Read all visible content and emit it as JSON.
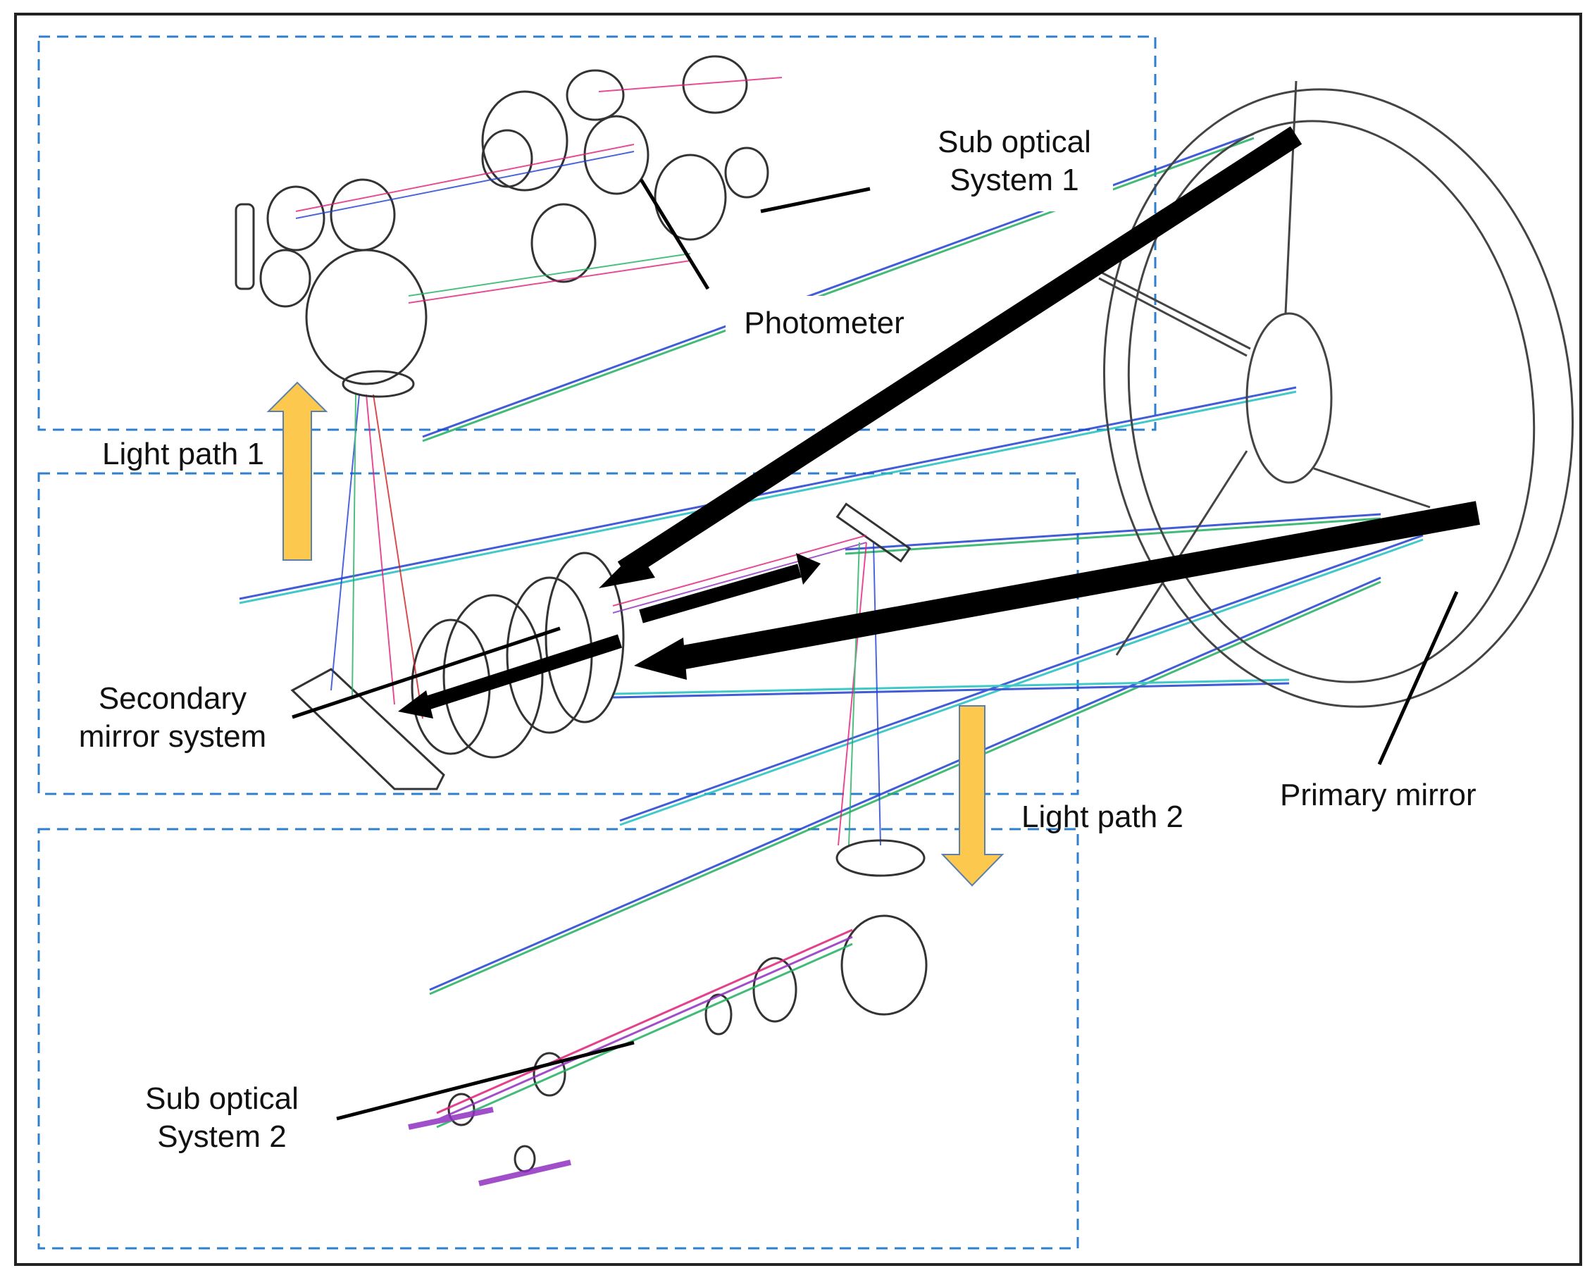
{
  "labels": {
    "sub_optical_1": [
      "Sub optical",
      "System 1"
    ],
    "photometer": "Photometer",
    "light_path_1": "Light path 1",
    "secondary_mirror": [
      "Secondary",
      "mirror system"
    ],
    "light_path_2": "Light path 2",
    "primary_mirror": "Primary mirror",
    "sub_optical_2": [
      "Sub optical",
      "System 2"
    ]
  },
  "colors": {
    "frame": "#222222",
    "dashed_box": "#2f7fcf",
    "light_path_arrow": "#fcc84e",
    "light_path_arrow_outline": "#5b7fae",
    "pointer": "#000000",
    "ray_colors": [
      "#e0207a",
      "#2040d0",
      "#20b060",
      "#d02020",
      "#9030c0",
      "#20c0c0"
    ]
  }
}
